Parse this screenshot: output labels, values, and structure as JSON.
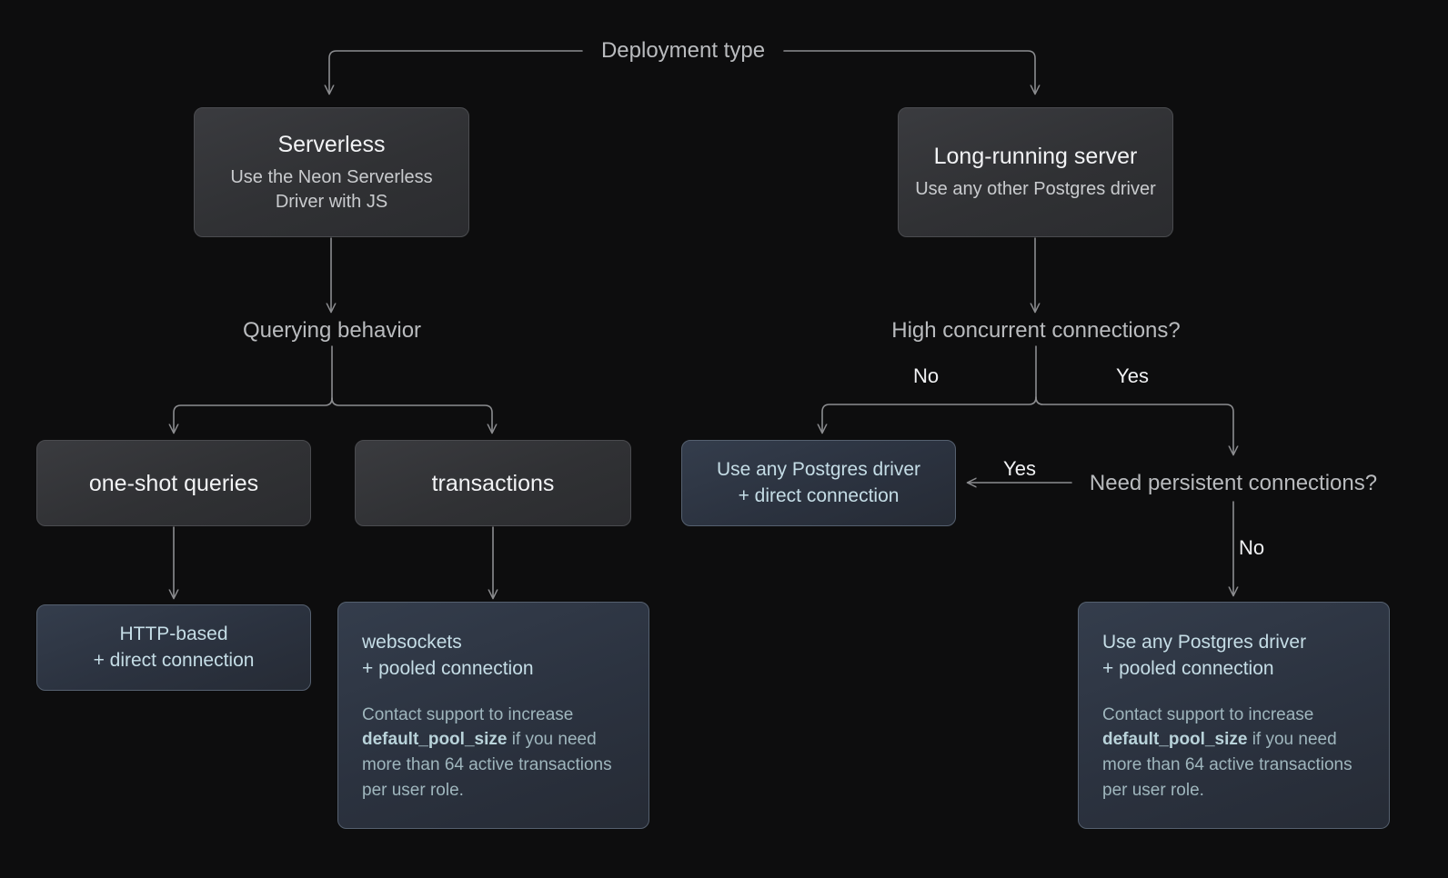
{
  "colors": {
    "background": "#0d0d0e",
    "edge": "#8c8d90",
    "grey_node_text": "#f2f3f5",
    "grey_node_subtext": "#c9cbce",
    "blue_node_text": "#c5dde6",
    "blue_node_note": "#9fb6bd",
    "label": "#b9bbbe",
    "label_bright": "#f1f2f4"
  },
  "diagram": {
    "root_label": "Deployment type",
    "nodes": {
      "serverless": {
        "title": "Serverless",
        "subtitle": "Use the Neon Serverless Driver with JS"
      },
      "long_running": {
        "title": "Long-running server",
        "subtitle": "Use any other Postgres driver"
      },
      "one_shot": {
        "title": "one-shot queries"
      },
      "transactions": {
        "title": "transactions"
      },
      "http_direct": {
        "line1": "HTTP-based",
        "line2": "+ direct connection"
      },
      "websockets_pooled": {
        "line1": "websockets",
        "line2": "+ pooled connection",
        "note_before": "Contact support to increase ",
        "note_code": "default_pool_size",
        "note_after": " if you need more than 64 active transactions per user role."
      },
      "pg_direct": {
        "line1": "Use any Postgres driver",
        "line2": "+ direct connection"
      },
      "pg_pooled": {
        "line1": "Use any Postgres driver",
        "line2": "+ pooled connection",
        "note_before": "Contact support to increase ",
        "note_code": "default_pool_size",
        "note_after": " if you need more than 64 active transactions per user role."
      }
    },
    "decisions": {
      "querying_behavior": "Querying behavior",
      "high_concurrency": "High concurrent connections?",
      "persistent_connections": "Need persistent connections?"
    },
    "edge_labels": {
      "concurrency_no": "No",
      "concurrency_yes": "Yes",
      "persistent_yes": "Yes",
      "persistent_no": "No"
    }
  }
}
